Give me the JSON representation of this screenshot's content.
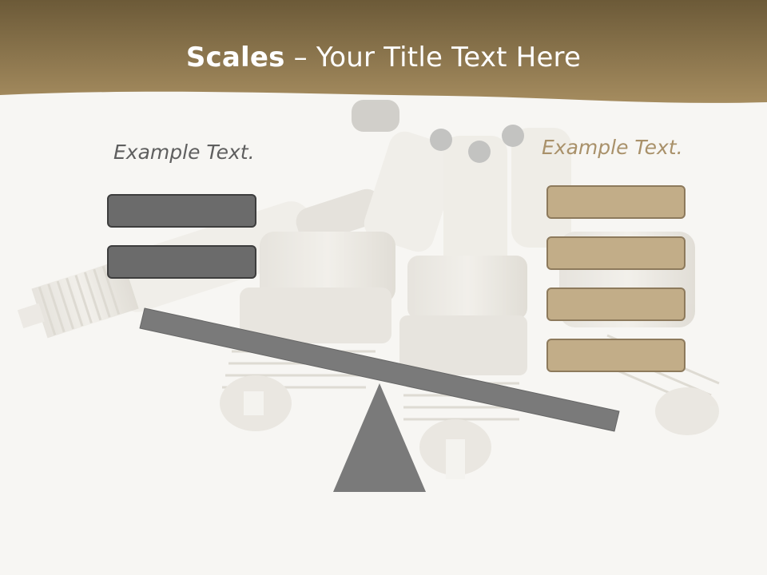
{
  "title": {
    "bold": "Scales",
    "rest": " – Your Title Text Here"
  },
  "left_label": "Example Text.",
  "right_label": "Example Text.",
  "colors": {
    "header_dark": "#6c5a38",
    "header_light": "#a58c5f",
    "gray_box": "#6b6b6b",
    "tan_box": "#c2ad88",
    "beam": "#7a7a7a",
    "fulcrum": "#7a7a7a"
  },
  "background_image": "spark-plugs-photo"
}
